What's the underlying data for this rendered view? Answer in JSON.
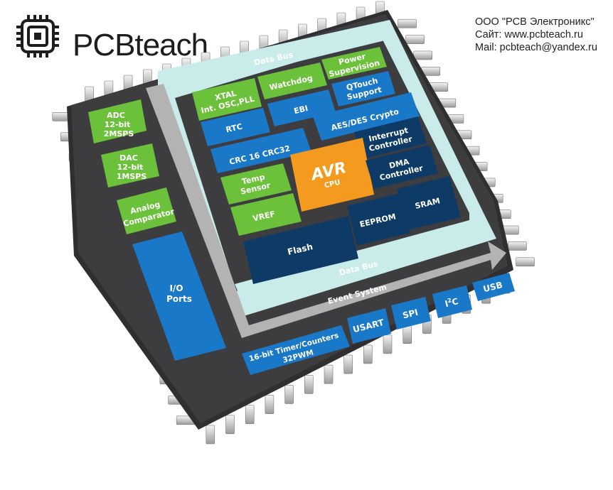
{
  "brand": {
    "name": "PCBteach",
    "company": "ООО \"PCB Электроникс\"",
    "site": "Сайт: www.pcbteach.ru",
    "mail": "Mail: pcbteach@yandex.ru"
  },
  "diagram": {
    "bus_top": "Data Bus",
    "bus_bottom": "Data Bus",
    "event_system": "Event System",
    "left_blocks": {
      "adc": [
        "ADC",
        "12-bit",
        "2MSPS"
      ],
      "dac": [
        "DAC",
        "12-bit",
        "1MSPS"
      ],
      "comparator": [
        "Analog",
        "Comparator"
      ],
      "io": [
        "I/O",
        "Ports"
      ]
    },
    "bottom_blocks": {
      "timer": [
        "16-bit Timer/Counters",
        "32PWM"
      ],
      "usart": "USART",
      "spi": "SPI",
      "i2c": "I",
      "i2c_sup": "2",
      "i2c_tail": "C",
      "usb": "USB"
    },
    "core_blocks": {
      "xtal": [
        "XTAL",
        "Int. OSC,PLL"
      ],
      "watchdog": "Watchdog",
      "power": [
        "Power",
        "Supervision"
      ],
      "ebi": "EBI",
      "qtouch": [
        "QTouch",
        "Support"
      ],
      "rtc": "RTC",
      "aes": "AES/DES  Crypto",
      "crc": "CRC 16   CRC32",
      "interrupt": [
        "Interrupt",
        "Controller"
      ],
      "temp": [
        "Temp",
        "Sensor"
      ],
      "avr": "AVR",
      "cpu": "CPU",
      "dma": [
        "DMA",
        "Controller"
      ],
      "vref": "VREF",
      "eeprom": "EEPROM",
      "sram": "SRAM",
      "flash": "Flash"
    }
  },
  "colors": {
    "green": "#6cc13a",
    "blue": "#1a78c9",
    "navy": "#0e3b66",
    "orange": "#f39a1f",
    "chip": "#3a3a3c",
    "bus": "#c9ecea",
    "event": "#b3b3b3"
  }
}
